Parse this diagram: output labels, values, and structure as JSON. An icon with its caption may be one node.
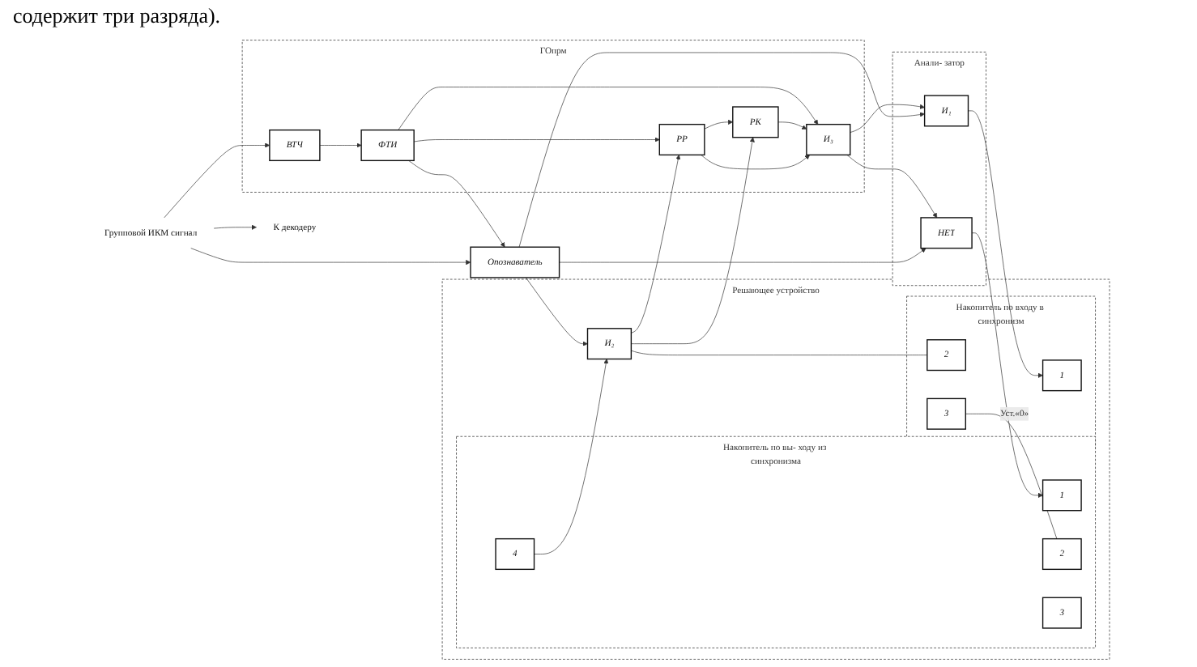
{
  "diagram": {
    "nodes": [
      {
        "text": [
          "Анали- затор"
        ]
      },
      {
        "text": [
          "НЕТ"
        ],
        "in": 0
      },
      {
        "text": [
          "И₁"
        ],
        "in": 0
      },
      {
        "text": [
          "Решающее устройство"
        ]
      },
      {
        "text": [
          "Накопитель по вы- ходу из синхронизма"
        ],
        "in": 3
      },
      {
        "text": [
          "1"
        ],
        "in": 4
      },
      {
        "text": [
          "2"
        ],
        "in": 4
      },
      {
        "text": [
          "3"
        ],
        "in": 4
      },
      {
        "text": [
          "4"
        ],
        "in": 4
      },
      {
        "text": [
          "Накопитель по входу в синхронизм"
        ],
        "in": 3
      },
      {
        "text": [
          "1"
        ],
        "in": 9
      },
      {
        "text": [
          "2"
        ],
        "in": 9
      },
      {
        "text": [
          "3"
        ],
        "in": 9
      },
      {
        "text": [
          "И₂"
        ],
        "in": 3
      },
      {
        "text": [
          "ГОпрм"
        ]
      },
      {
        "text": [
          "ВТЧ"
        ],
        "in": 14
      },
      {
        "text": [
          "ФТИ"
        ],
        "in": 14
      },
      {
        "text": [
          "РР"
        ],
        "in": 14
      },
      {
        "text": [
          "РК"
        ],
        "in": 14
      },
      {
        "text": [
          "И₃"
        ],
        "in": 14
      },
      {
        "text": [
          "Опознаватель"
        ]
      },
      {
        "text": [
          "Групповой ИКМ сигнал"
        ]
      },
      {
        "text": [
          "К декодеру"
        ]
      }
    ],
    "edges": [
      {
        "from": 21,
        "to": 22,
        "arrow": "to"
      },
      {
        "from": 21,
        "to": 20,
        "arrow": "to"
      },
      {
        "from": 21,
        "to": 15,
        "arrow": "to"
      },
      {
        "from": 15,
        "to": 16,
        "arrow": "to"
      },
      {
        "from": 16,
        "to": 20,
        "arrow": "to"
      },
      {
        "from": 20,
        "to": 1,
        "arrow": "to"
      },
      {
        "from": 20,
        "to": 2,
        "arrow": "to"
      },
      {
        "from": 20,
        "to": 13,
        "arrow": "to"
      },
      {
        "from": 1,
        "to": 5,
        "arrow": "to"
      },
      {
        "from": 2,
        "to": 10,
        "arrow": "to"
      },
      {
        "from": 8,
        "to": 13,
        "arrow": "to"
      },
      {
        "from": 13,
        "to": 11,
        "arrow": "none"
      },
      {
        "from": 12,
        "to": 6,
        "label": "Уст.«0»",
        "arrow": "none"
      },
      {
        "from": 13,
        "to": 17,
        "arrow": "to"
      },
      {
        "from": 13,
        "to": 18,
        "arrow": "to"
      },
      {
        "from": 16,
        "to": 17,
        "arrow": "to"
      },
      {
        "from": 17,
        "to": 18,
        "arrow": "to"
      },
      {
        "from": 17,
        "to": 19,
        "arrow": "to"
      },
      {
        "from": 18,
        "to": 19,
        "arrow": "to"
      },
      {
        "from": 16,
        "to": 19,
        "arrow": "to"
      },
      {
        "from": 19,
        "to": 1,
        "arrow": "to"
      },
      {
        "from": 19,
        "to": 2,
        "arrow": "to"
      }
    ],
    "labels": [
      "содержит три разряда)."
    ]
  }
}
